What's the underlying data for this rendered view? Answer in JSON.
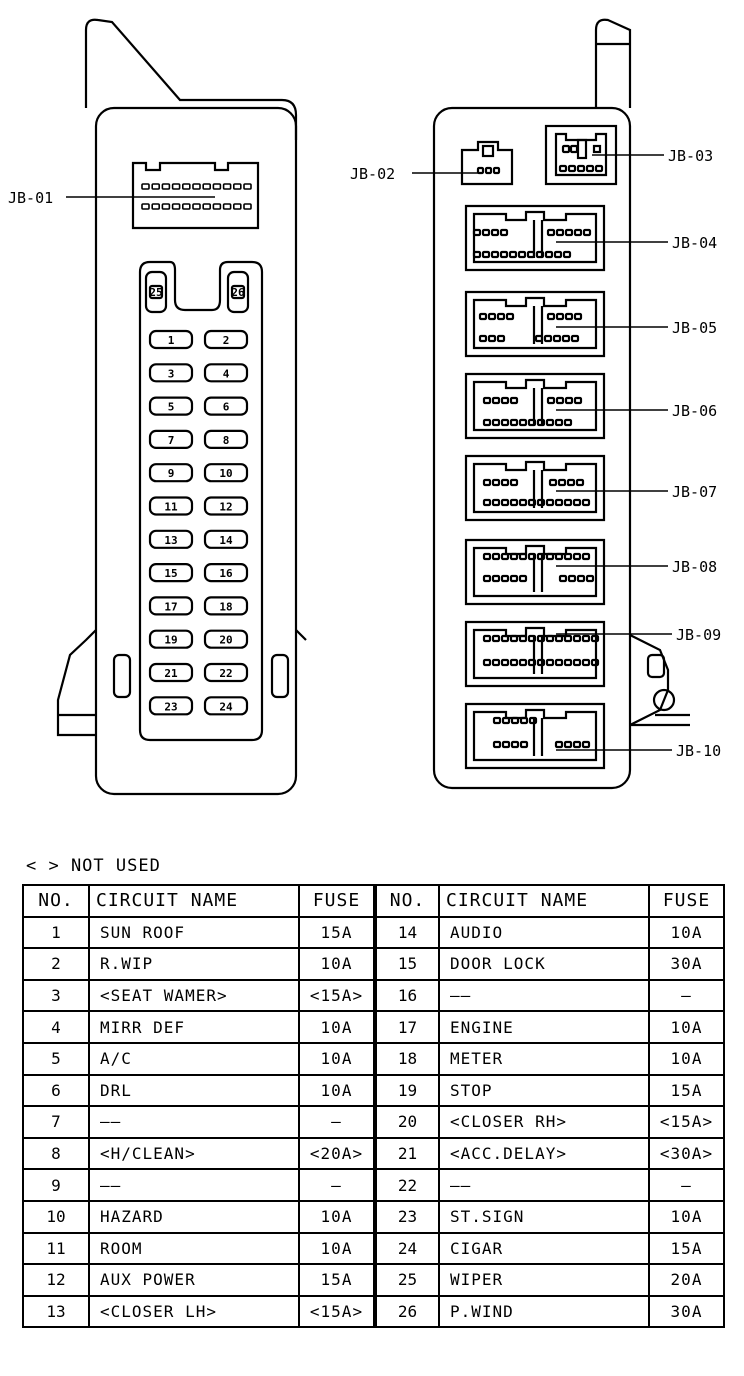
{
  "diagram": {
    "left_label": "JB-01",
    "right_labels": [
      "JB-02",
      "JB-03",
      "JB-04",
      "JB-05",
      "JB-06",
      "JB-07",
      "JB-08",
      "JB-09",
      "JB-10"
    ],
    "fuse_slots": [
      "1",
      "2",
      "3",
      "4",
      "5",
      "6",
      "7",
      "8",
      "9",
      "10",
      "11",
      "12",
      "13",
      "14",
      "15",
      "16",
      "17",
      "18",
      "19",
      "20",
      "21",
      "22",
      "23",
      "24"
    ],
    "top_fuses": [
      "25",
      "26"
    ]
  },
  "note": "< > NOT USED",
  "table": {
    "headers": [
      "NO.",
      "CIRCUIT NAME",
      "FUSE",
      "NO.",
      "CIRCUIT NAME",
      "FUSE"
    ],
    "rows": [
      {
        "no": "1",
        "name": "SUN ROOF",
        "fuse": "15A",
        "no2": "14",
        "name2": "AUDIO",
        "fuse2": "10A"
      },
      {
        "no": "2",
        "name": "R.WIP",
        "fuse": "10A",
        "no2": "15",
        "name2": "DOOR LOCK",
        "fuse2": "30A"
      },
      {
        "no": "3",
        "name": "<SEAT WAMER>",
        "fuse": "<15A>",
        "no2": "16",
        "name2": "——",
        "fuse2": "—"
      },
      {
        "no": "4",
        "name": "MIRR DEF",
        "fuse": "10A",
        "no2": "17",
        "name2": "ENGINE",
        "fuse2": "10A"
      },
      {
        "no": "5",
        "name": "A/C",
        "fuse": "10A",
        "no2": "18",
        "name2": "METER",
        "fuse2": "10A"
      },
      {
        "no": "6",
        "name": "DRL",
        "fuse": "10A",
        "no2": "19",
        "name2": "STOP",
        "fuse2": "15A"
      },
      {
        "no": "7",
        "name": "——",
        "fuse": "—",
        "no2": "20",
        "name2": "<CLOSER RH>",
        "fuse2": "<15A>"
      },
      {
        "no": "8",
        "name": "<H/CLEAN>",
        "fuse": "<20A>",
        "no2": "21",
        "name2": "<ACC.DELAY>",
        "fuse2": "<30A>"
      },
      {
        "no": "9",
        "name": "——",
        "fuse": "—",
        "no2": "22",
        "name2": "——",
        "fuse2": "—"
      },
      {
        "no": "10",
        "name": "HAZARD",
        "fuse": "10A",
        "no2": "23",
        "name2": "ST.SIGN",
        "fuse2": "10A"
      },
      {
        "no": "11",
        "name": "ROOM",
        "fuse": "10A",
        "no2": "24",
        "name2": "CIGAR",
        "fuse2": "15A"
      },
      {
        "no": "12",
        "name": "AUX POWER",
        "fuse": "15A",
        "no2": "25",
        "name2": "WIPER",
        "fuse2": "20A"
      },
      {
        "no": "13",
        "name": "<CLOSER LH>",
        "fuse": "<15A>",
        "no2": "26",
        "name2": "P.WIND",
        "fuse2": "30A"
      }
    ]
  }
}
